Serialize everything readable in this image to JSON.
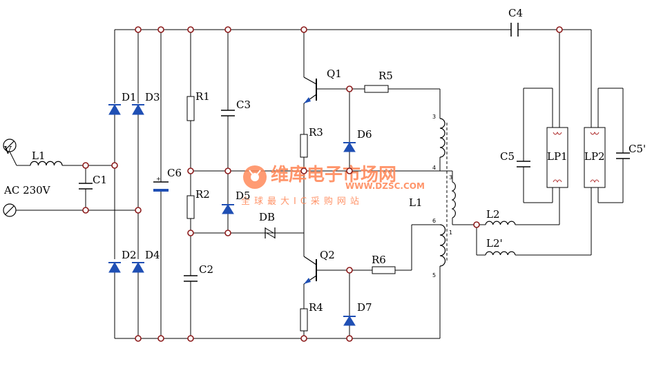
{
  "labels": {
    "V": "V",
    "AC": "AC 230V",
    "L1_in": "L1",
    "C1": "C1",
    "D1": "D1",
    "D2": "D2",
    "D3": "D3",
    "D4": "D4",
    "C6": "C6",
    "R1": "R1",
    "R2": "R2",
    "C3": "C3",
    "C2": "C2",
    "D5": "D5",
    "DB": "DB",
    "Q1": "Q1",
    "Q2": "Q2",
    "R3": "R3",
    "R4": "R4",
    "R5": "R5",
    "R6": "R6",
    "D6": "D6",
    "D7": "D7",
    "L1_tr": "L1",
    "C4": "C4",
    "C5": "C5",
    "C5p": "C5'",
    "LP1": "LP1",
    "LP2": "LP2",
    "L2": "L2",
    "L2p": "L2'"
  },
  "pins": {
    "p3a": "3",
    "p4": "4",
    "p3b": "3",
    "p1": "1",
    "p6": "6",
    "p5": "5"
  },
  "watermark": {
    "brand": "维库电子市场网",
    "url": "WWW.DZSC.COM",
    "tagline": "全球最大IC采购网站"
  },
  "colors": {
    "wire": "#000000",
    "node_ring": "#8b1a1a",
    "diode_fill": "#1f4fb4",
    "watermark": "#ff8a5b"
  }
}
